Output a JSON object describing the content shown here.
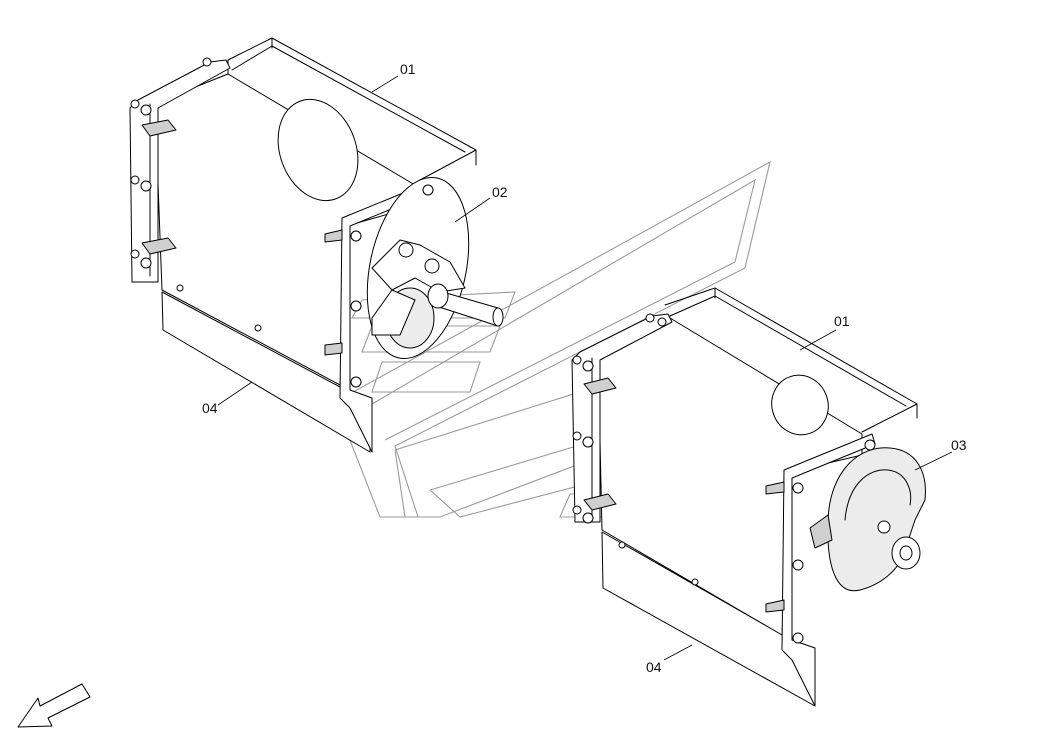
{
  "callouts": [
    {
      "id": "c1",
      "text": "01"
    },
    {
      "id": "c2",
      "text": "02"
    },
    {
      "id": "c3",
      "text": "04"
    },
    {
      "id": "c4",
      "text": "01"
    },
    {
      "id": "c5",
      "text": "03"
    },
    {
      "id": "c6",
      "text": "04"
    }
  ],
  "icons": {
    "direction_arrow": "arrow-down-left-icon",
    "watermark": "brand-logo-watermark"
  },
  "colors": {
    "line": "#000000",
    "watermark": "#9a9a9a",
    "background": "#ffffff"
  }
}
